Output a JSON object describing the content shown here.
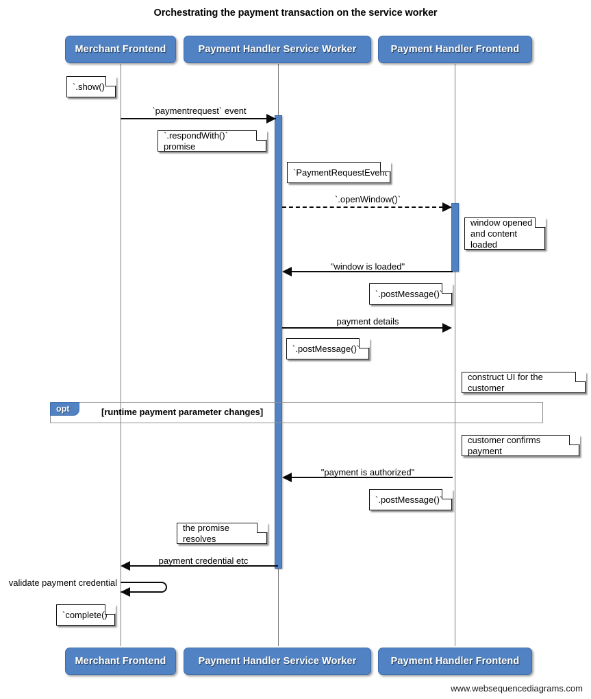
{
  "diagram": {
    "title": "Orchestrating the payment transaction on the service worker",
    "footer": "www.websequencediagrams.com",
    "colors": {
      "participant_fill": "#5183c4",
      "participant_text": "#ffffff",
      "activation_fill": "#5183c4",
      "lifeline": "#7a7a7a",
      "note_fill": "#ffffff",
      "line": "#0a0a0a",
      "fragment_border": "#8e8e8e"
    }
  },
  "participants": [
    {
      "id": "merchant",
      "label": "Merchant Frontend"
    },
    {
      "id": "sw",
      "label": "Payment Handler Service Worker"
    },
    {
      "id": "frontend",
      "label": "Payment Handler Frontend"
    }
  ],
  "participants_bottom": [
    {
      "id": "merchant",
      "label": "Merchant Frontend"
    },
    {
      "id": "sw",
      "label": "Payment Handler Service Worker"
    },
    {
      "id": "frontend",
      "label": "Payment Handler Frontend"
    }
  ],
  "messages": [
    {
      "id": "m1",
      "label": "`paymentrequest` event",
      "from": "merchant",
      "to": "sw",
      "style": "solid",
      "direction": "right"
    },
    {
      "id": "m2",
      "label": "`.openWindow()`",
      "from": "sw",
      "to": "frontend",
      "style": "dashed",
      "direction": "right"
    },
    {
      "id": "m3",
      "label": "\"window is loaded\"",
      "from": "frontend",
      "to": "sw",
      "style": "solid",
      "direction": "left"
    },
    {
      "id": "m4",
      "label": "payment details",
      "from": "sw",
      "to": "frontend",
      "style": "solid",
      "direction": "right"
    },
    {
      "id": "m5",
      "label": "\"payment is authorized\"",
      "from": "frontend",
      "to": "sw",
      "style": "solid",
      "direction": "left"
    },
    {
      "id": "m6",
      "label": "payment credential etc",
      "from": "sw",
      "to": "merchant",
      "style": "solid",
      "direction": "left"
    },
    {
      "id": "m7",
      "label": "validate payment credential",
      "from": "merchant",
      "to": "merchant",
      "style": "self",
      "direction": "left"
    }
  ],
  "notes": [
    {
      "id": "n1",
      "text": "`.show()`"
    },
    {
      "id": "n2",
      "text": "`.respondWith()` promise"
    },
    {
      "id": "n3",
      "text": "`PaymentRequestEvent`"
    },
    {
      "id": "n4",
      "text": "window opened\nand content loaded"
    },
    {
      "id": "n5",
      "text": "`.postMessage()`"
    },
    {
      "id": "n6",
      "text": "`.postMessage()`"
    },
    {
      "id": "n7",
      "text": "construct UI for the customer"
    },
    {
      "id": "n8",
      "text": "customer confirms payment"
    },
    {
      "id": "n9",
      "text": "`.postMessage()`"
    },
    {
      "id": "n10",
      "text": "the promise resolves"
    },
    {
      "id": "n11",
      "text": "`complete()`"
    }
  ],
  "fragments": [
    {
      "id": "opt1",
      "kind": "opt",
      "condition": "[runtime payment parameter changes]"
    }
  ]
}
